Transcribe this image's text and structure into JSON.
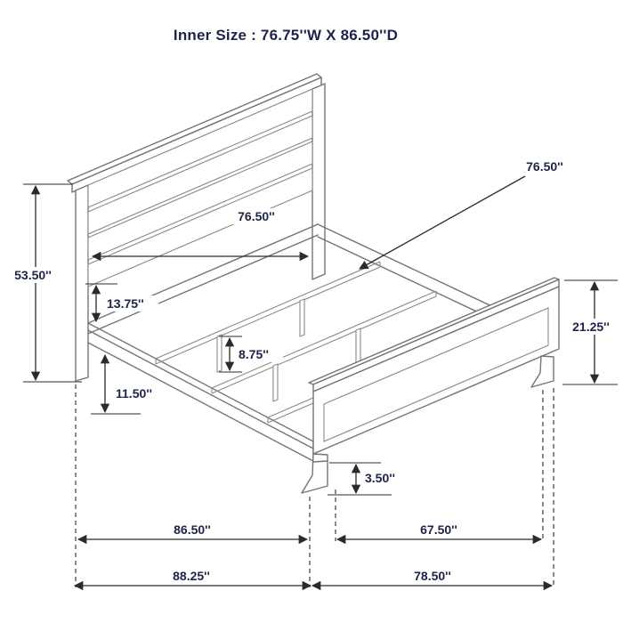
{
  "title": "Inner Size : 76.75''W X 86.50''D",
  "dimensions": {
    "inner_width": "76.50''",
    "support_rail_length": "76.50''",
    "headboard_height": "53.50''",
    "headboard_panel_gap": "13.75''",
    "rail_floor_clearance": "11.50''",
    "support_leg_height": "8.75''",
    "footboard_height": "21.25''",
    "footboard_foot_height": "3.50''",
    "side_rail_length": "86.50''",
    "footboard_span": "67.50''",
    "overall_depth": "88.25''",
    "overall_width": "78.50''"
  }
}
